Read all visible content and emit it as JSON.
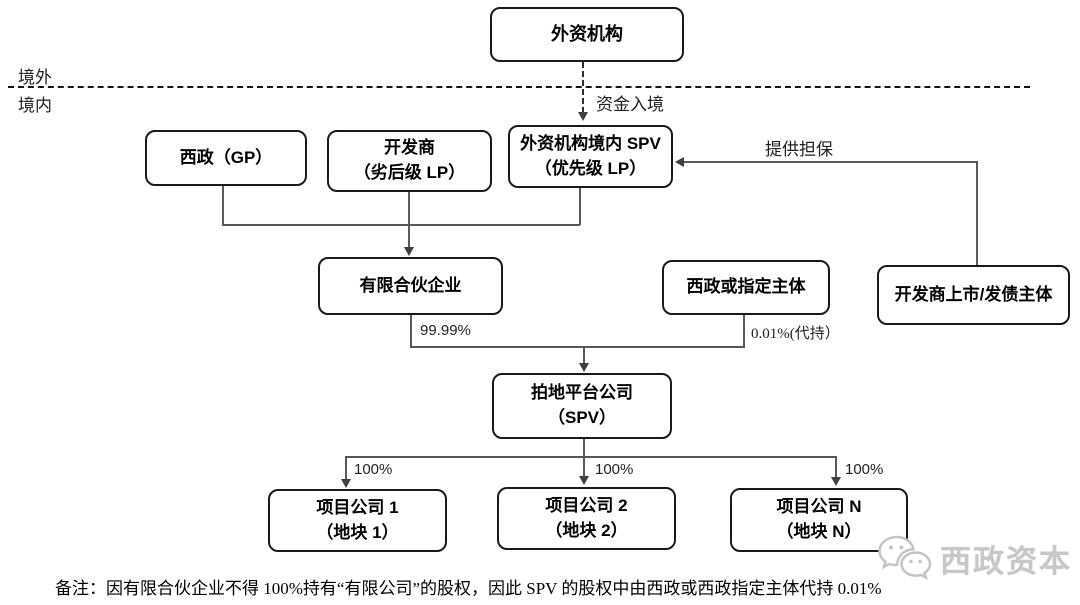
{
  "diagram": {
    "top_box": {
      "label": "外资机构"
    },
    "boundary": {
      "offshore": "境外",
      "onshore": "境内"
    },
    "capital_inflow_label": "资金入境",
    "gp_box": {
      "label": "西政（GP）"
    },
    "developer_box": {
      "line1": "开发商",
      "line2": "（劣后级 LP）"
    },
    "spv_onshore_box": {
      "line1": "外资机构境内 SPV",
      "line2": "（优先级 LP）"
    },
    "guarantee_label": "提供担保",
    "listed_entity_box": {
      "label": "开发商上市/发债主体"
    },
    "partnership_box": {
      "label": "有限合伙企业"
    },
    "designated_entity_box": {
      "label": "西政或指定主体"
    },
    "partnership_share_label": "99.99%",
    "designated_share_label": "0.01%(代持）",
    "platform_box": {
      "line1": "拍地平台公司",
      "line2": "（SPV）"
    },
    "project_share_labels": [
      "100%",
      "100%",
      "100%"
    ],
    "project_boxes": [
      {
        "line1": "项目公司 1",
        "line2": "（地块 1）"
      },
      {
        "line1": "项目公司 2",
        "line2": "（地块 2）"
      },
      {
        "line1": "项目公司 N",
        "line2": "（地块 N）"
      }
    ],
    "note": "备注：因有限合伙企业不得 100%持有“有限公司”的股权，因此 SPV 的股权中由西政或西政指定主体代持 0.01%",
    "watermark": {
      "brand": "西政资本"
    }
  }
}
